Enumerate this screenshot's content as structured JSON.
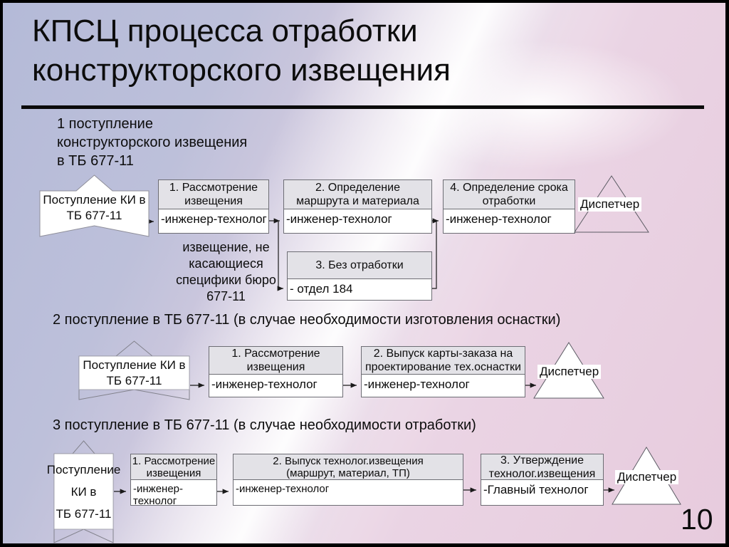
{
  "slide": {
    "title": "КПСЦ процесса отработки\nконструкторского извещения",
    "page_number": "10"
  },
  "sections": [
    {
      "heading": "1 поступление\nконструкторского извещения\nв ТБ 677-11",
      "input_label": "Поступление КИ в\nТБ 677-11",
      "dispatcher_label": "Диспетчер",
      "note": "извещение, не\nкасающиеся\nспецифики бюро\n677-11",
      "boxes": [
        {
          "header": "1. Рассмотрение\nизвещения",
          "body": "-инженер-технолог"
        },
        {
          "header": "2. Определение\nмаршрута и материала",
          "body": "-инженер-технолог"
        },
        {
          "header": "4. Определение срока\nотработки",
          "body": "-инженер-технолог"
        },
        {
          "header": "3. Без отработки",
          "body": "- отдел 184"
        }
      ]
    },
    {
      "heading": "2 поступление в ТБ 677-11 (в случае необходимости изготовления оснастки)",
      "input_label": "Поступление КИ в\nТБ 677-11",
      "dispatcher_label": "Диспетчер",
      "boxes": [
        {
          "header": "1. Рассмотрение\nизвещения",
          "body": "-инженер-технолог"
        },
        {
          "header": "2. Выпуск карты-заказа на\nпроектирование тех.оснастки",
          "body": "-инженер-технолог"
        }
      ]
    },
    {
      "heading": "3 поступление в ТБ 677-11 (в случае необходимости отработки)",
      "input_label": "Поступление\nКИ в\nТБ  677-11",
      "dispatcher_label": "Диспетчер",
      "boxes": [
        {
          "header": "1. Рассмотрение\nизвещения",
          "body": "-инженер-технолог"
        },
        {
          "header": "2. Выпуск технолог.извещения\n(маршрут, материал, ТП)",
          "body": "-инженер-технолог"
        },
        {
          "header": "3. Утверждение\nтехнолог.извещения",
          "body": "-Главный технолог"
        }
      ]
    }
  ],
  "colors": {
    "box_header_bg": "#e3e2e7",
    "box_body_bg": "#ffffff",
    "box_border": "#6d6d74",
    "connector": "#1a1a1a",
    "slide_border": "#000000",
    "bg_lavender": "#b4bad8",
    "bg_pink": "#ead4e4"
  }
}
